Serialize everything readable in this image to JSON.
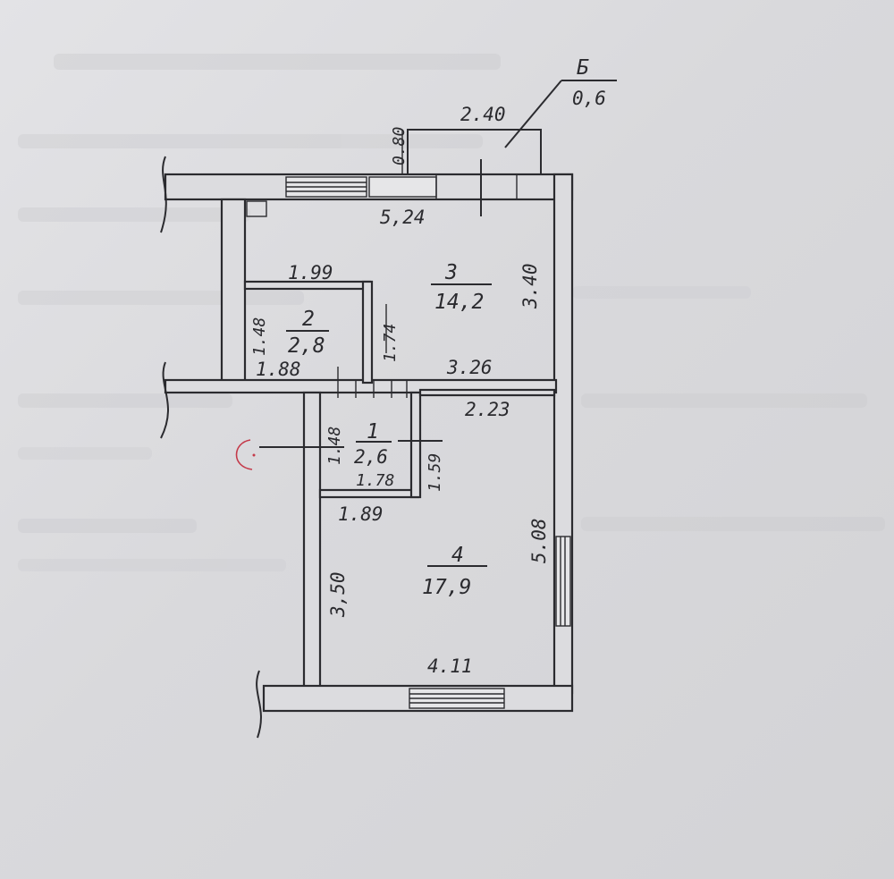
{
  "plan": {
    "balcony": {
      "label": "Б",
      "area": "0,6",
      "width": "2.40",
      "depth": "0.80"
    },
    "rooms": [
      {
        "num": "1",
        "area": "2,6"
      },
      {
        "num": "2",
        "area": "2,8"
      },
      {
        "num": "3",
        "area": "14,2"
      },
      {
        "num": "4",
        "area": "17,9"
      }
    ],
    "dims": {
      "top_wall": "5,24",
      "room3_right": "3.40",
      "room2_top": "1.99",
      "room2_left": "1.48",
      "room2_right": "1.74",
      "room2_bottom": "1.88",
      "room3_bottom": "3.26",
      "room4_top": "2.23",
      "room1_left": "1.48",
      "room1_right": "1.59",
      "room1_bottom": "1.78",
      "room4_upper_left": "1.89",
      "room4_right": "5.08",
      "room4_left": "3,50",
      "room4_bottom": "4.11"
    },
    "colors": {
      "ink": "#2b2b2f",
      "paper": "#dcdcdf",
      "stamp": "#c43a4a"
    }
  }
}
